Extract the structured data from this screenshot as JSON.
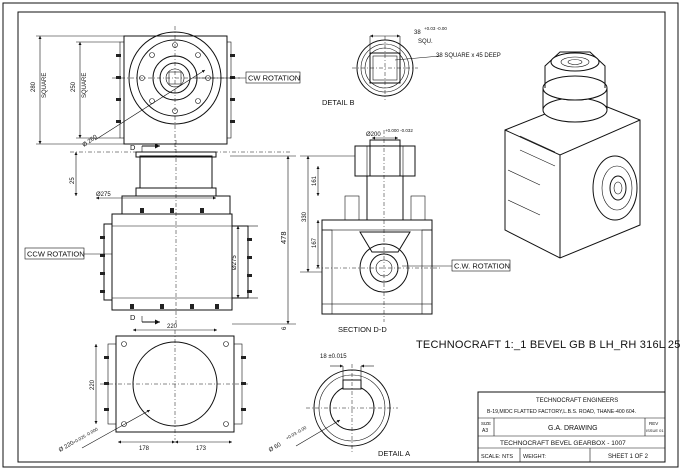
{
  "labels": {
    "cw_rotation_top": "CW ROTATION",
    "ccw_rotation": "CCW ROTATION",
    "cw_rotation_section": "C.W. ROTATION",
    "detail_a": "DETAIL A",
    "detail_b": "DETAIL B",
    "section_dd": "SECTION D-D",
    "section_mark_top": "D",
    "section_mark_bottom": "D",
    "main_title": "TECHNOCRAFT 1:_1 BEVEL GB B LH_RH 316L 25"
  },
  "dimensions": {
    "square_280": "280",
    "square_280_unit": "SQUARE",
    "square_250": "250",
    "square_250_unit": "SQUARE",
    "dia_260": "Ø 260",
    "d25": "25",
    "dia_275_left": "Ø275",
    "dia_275_right": "Ø275",
    "overall_478": "478",
    "d220_top": "220",
    "d220_side": "220",
    "d178": "178",
    "d173": "173",
    "dia_220_bottom": "Ø 220",
    "dia_220_tol": "+0.025 -0.000",
    "d6": "6",
    "dia_200": "Ø200",
    "dia_200_tol": "+0.000 -0.032",
    "d330": "330",
    "d161": "161",
    "d167": "167",
    "d38": "38",
    "d38_tol": "+0.03 -0.00",
    "d38_unit": "SQU.",
    "d38_square_depth": "38 SQUARE x 45 DEEP",
    "key_18": "18 ±0.015",
    "bore_60": "Ø 60",
    "bore_60_tol": "+0.03 -0.00"
  },
  "title_block": {
    "company": "TECHNOCRAFT ENGINEERS",
    "address": "B-19,MIDC FLATTED FACTORY,L.B.S. ROAD, THANE-400 604.",
    "size_label": "SIZE",
    "size_value": "A3",
    "drawing_title": "G.A. DRAWING",
    "rev_label": "REV",
    "rev_value": "ISSUE 01",
    "part_title": "TECHNOCRAFT BEVEL GEARBOX - 1007",
    "scale": "SCALE: NTS",
    "weight": "WEIGHT:",
    "sheet": "SHEET 1 OF 2"
  }
}
